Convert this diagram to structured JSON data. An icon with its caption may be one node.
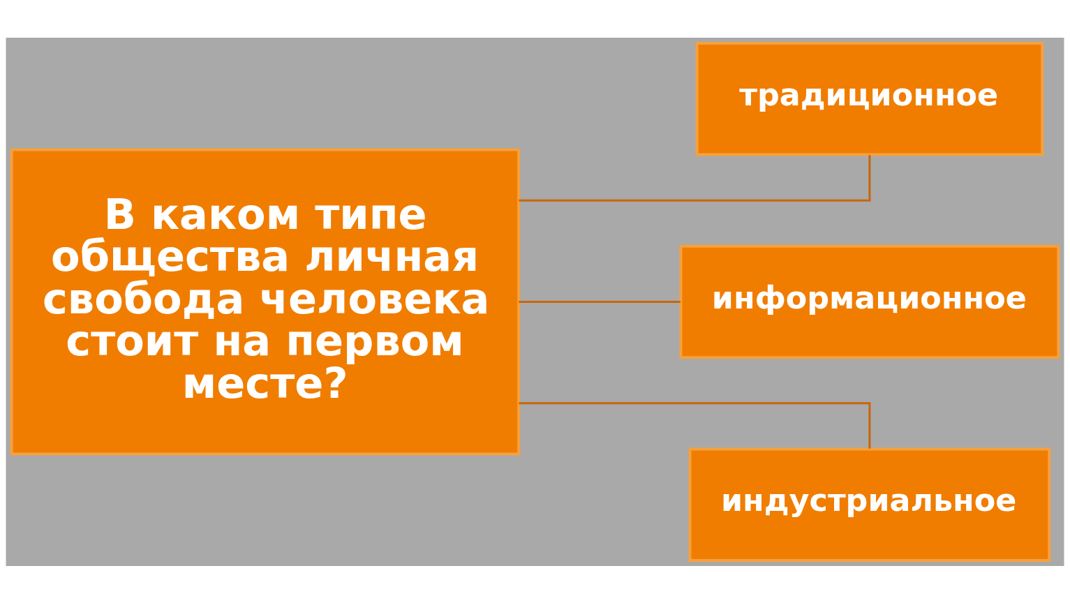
{
  "diagram": {
    "nodes": [
      {
        "text": [
          "В каком типе общества личная свобода человека стоит на первом месте?"
        ]
      },
      {
        "text": [
          "традиционное"
        ]
      },
      {
        "text": [
          "информационное"
        ]
      },
      {
        "text": [
          "индустриальное"
        ]
      }
    ],
    "edges": [
      {
        "from": 0,
        "to": 1,
        "arrow": "none"
      },
      {
        "from": 0,
        "to": 2,
        "arrow": "none"
      },
      {
        "from": 0,
        "to": 3,
        "arrow": "none"
      }
    ]
  }
}
